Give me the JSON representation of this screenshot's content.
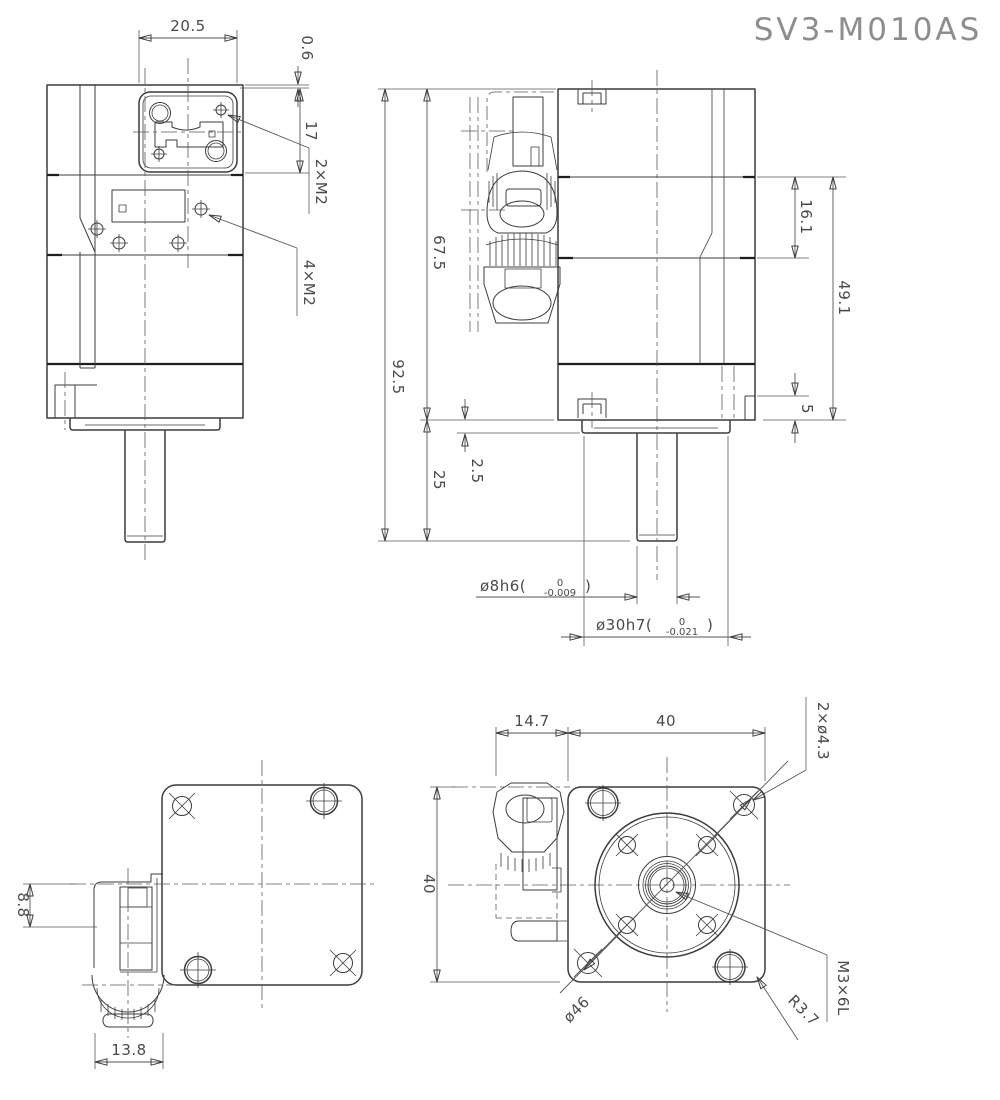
{
  "title": "SV3-M010AS",
  "dimensions": {
    "elevation": {
      "connector_width": "20.5",
      "connector_edge_offset": "0.6",
      "connector_height": "17",
      "connector_screws": "2×M2",
      "face_screws": "4×M2"
    },
    "side": {
      "overall_height": "92.5",
      "body_height": "67.5",
      "upper_band": "16.1",
      "band_total": "49.1",
      "boss_height": "5",
      "flange_step": "2.5",
      "shaft_length": "25",
      "shaft_diameter": {
        "main": "ø8h6(",
        "tol_upper": "0",
        "tol_lower": "-0.009",
        "close": ")"
      },
      "pilot_diameter": {
        "main": "ø30h7(",
        "tol_upper": "0",
        "tol_lower": "-0.021",
        "close": ")"
      }
    },
    "top": {
      "gland_offset": "8.8",
      "gland_width": "13.8"
    },
    "face": {
      "gland_depth": "14.7",
      "width": "40",
      "height": "40",
      "corner_holes": "2×ø4.3",
      "bolt_circle": "ø46",
      "center_tap": "M3×6L",
      "corner_radius": "R3.7"
    }
  }
}
